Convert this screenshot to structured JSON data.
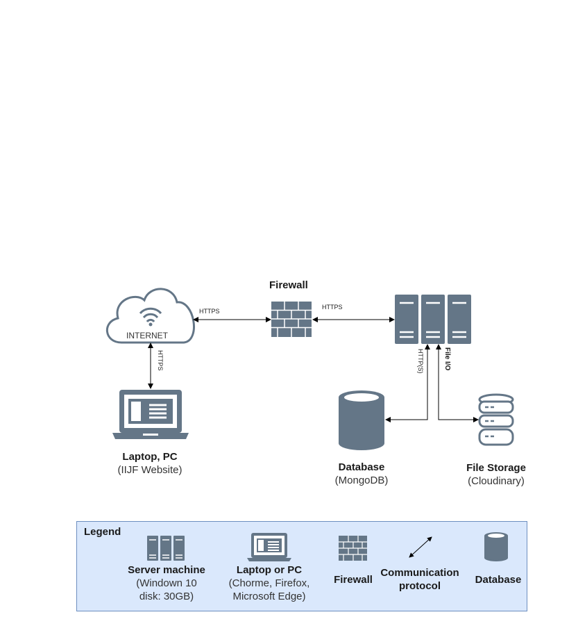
{
  "nodes": {
    "internet": {
      "label": "INTERNET"
    },
    "firewall": {
      "title": "Firewall"
    },
    "laptop": {
      "title": "Laptop, PC",
      "subtitle": "(IIJF Website)"
    },
    "database": {
      "title": "Database",
      "subtitle": "(MongoDB)"
    },
    "file_storage": {
      "title": "File Storage",
      "subtitle": "(Cloudinary)"
    }
  },
  "edges": {
    "internet_firewall": "HTTPS",
    "firewall_server": "HTTPS",
    "internet_laptop": "HTTPS",
    "server_database": "HTTP(S)",
    "server_storage": "File I/O"
  },
  "legend": {
    "title": "Legend",
    "server": {
      "title": "Server machine",
      "line1": "(Windown 10",
      "line2": "disk: 30GB)"
    },
    "laptop": {
      "title": "Laptop or PC",
      "line1": "(Chorme, Firefox,",
      "line2": "Microsoft Edge)"
    },
    "firewall": {
      "title": "Firewall"
    },
    "protocol": {
      "line1": "Communication",
      "line2": "protocol"
    },
    "database": {
      "title": "Database"
    }
  },
  "colors": {
    "icon": "#647687",
    "legend_fill": "#dae8fc",
    "legend_border": "#6c8ebf"
  }
}
